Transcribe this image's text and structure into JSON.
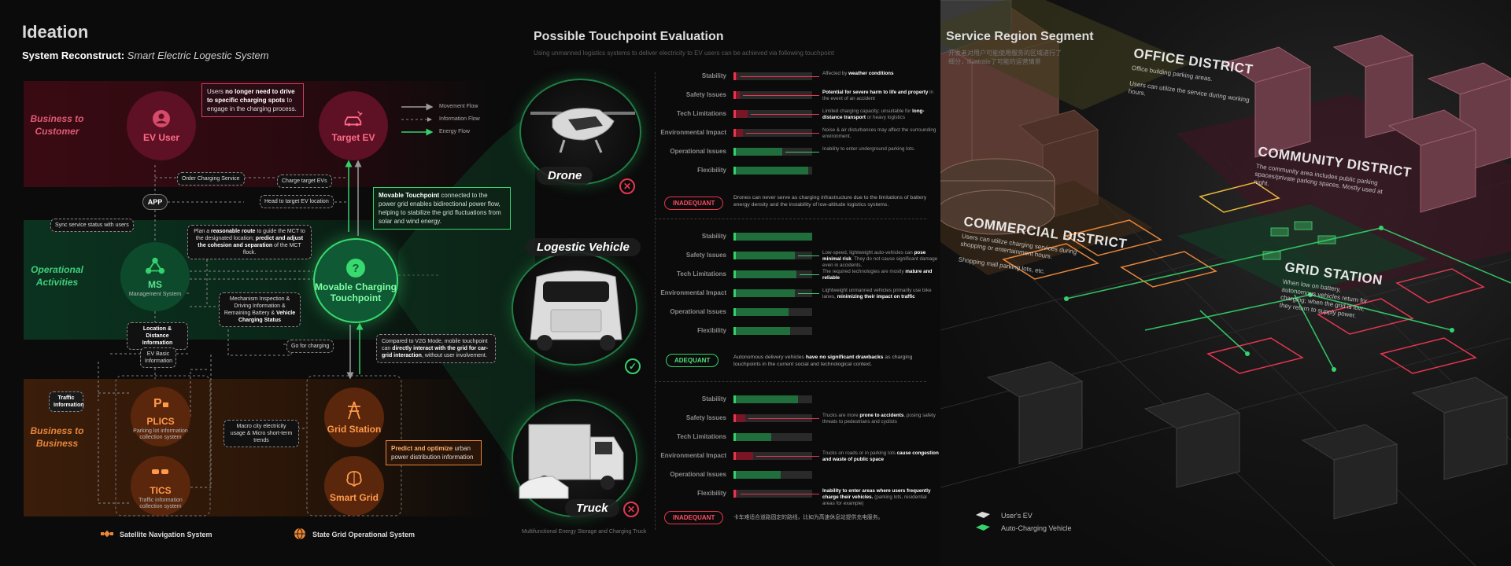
{
  "ideation": {
    "title": "Ideation",
    "subtitle_bold": "System Reconstruct:",
    "subtitle_italic": "Smart Electric Logestic System"
  },
  "bands": {
    "b2c": "Business to Customer",
    "ops": "Operational Activities",
    "b2b": "Business to Business"
  },
  "nodes": {
    "ev_user": "EV User",
    "target_ev": "Target EV",
    "app": "APP",
    "ms": "MS",
    "ms_sub": "Management System",
    "mct": "Movable Charging Touchpoint",
    "plics": "PLICS",
    "plics_sub": "Parking lot information collection system",
    "tics": "TICS",
    "tics_sub": "Traffic information collection system",
    "grid_station": "Grid Station",
    "smart_grid": "Smart Grid"
  },
  "flow_legend": {
    "movement": "Movement Flow",
    "information": "Information Flow",
    "energy": "Energy Flow"
  },
  "notes": {
    "users_pre": "Users ",
    "users_bold": "no longer need to drive to specific charging spots",
    "users_post": " to engage in the charging process.",
    "movable_bold": "Movable Touchpoint",
    "movable_post": " connected to the power grid enables bidirectional power flow, helping to stabilize the grid fluctuations from solar and wind energy.",
    "predict_bold": "Predict and optimize",
    "predict_post": " urban power distribution information",
    "v2g_pre": "Compared to V2G Mode, mobile touchpoint can ",
    "v2g_bold": "directly interact with the grid for car-grid interaction",
    "v2g_post": ", without user involvement.",
    "order": "Order Charging Service",
    "charge_target": "Charge target EVs",
    "head_target": "Head to target EV location",
    "sync": "Sync service status with users",
    "route_pre": "Plan a ",
    "route_b1": "reasonable route",
    "route_mid": " to guide the MCT to the designated location; ",
    "route_b2": "predict and adjust the cohesion and separation",
    "route_post": " of the MCT flock.",
    "mechanism": "Mechanism Inspection & Driving Information & Remaining Battery &",
    "mechanism_bold": "Vehicle Charging Status",
    "location": "Location & Distance Information",
    "ev_basic": "EV Basic Information",
    "traffic": "Traffic Information",
    "macro": "Macro city electricity usage & Micro short-term trends",
    "go_charging": "Go for charging"
  },
  "bottom_legend": {
    "satellite": "Satellite Navigation System",
    "state_grid": "State Grid Operational System"
  },
  "evaluation": {
    "title": "Possible Touchpoint Evaluation",
    "description": "Using unmanned logistics systems to deliver electricity to EV users can be achieved via following touchpoint",
    "metric_labels": [
      "Stability",
      "Safety Issues",
      "Tech Limitations",
      "Environmental Impact",
      "Operational Issues",
      "Flexibility"
    ],
    "vehicles": [
      {
        "name": "Drone",
        "verdict": "INADEQUANT",
        "ok": false,
        "scores": [
          0.05,
          0.08,
          0.18,
          0.12,
          0.62,
          0.95
        ],
        "verdict_desc": "Drones can never serve as charging infrastructure due to the limitations of battery energy density and the instability of low-altitude logistics systems.",
        "notes": [
          {
            "pre": "Affected by ",
            "bold": "weather conditions",
            "post": ""
          },
          {
            "pre": "",
            "bold": "Potential for severe harm to life and property",
            "post": " in the event of an accident"
          },
          {
            "pre": "Limited charging capacity; unsuitable for ",
            "bold": "long-distance transport",
            "post": " or heavy logistics"
          },
          {
            "pre": "Noise & air disturbances may affect the surrounding environment.",
            "bold": "",
            "post": ""
          },
          {
            "pre": "Inability to enter underground parking lots.",
            "bold": "",
            "post": ""
          }
        ]
      },
      {
        "name": "Logestic Vehicle",
        "verdict": "ADEQUANT",
        "ok": true,
        "scores": [
          1.0,
          0.78,
          0.8,
          0.78,
          0.7,
          0.72
        ],
        "verdict_desc_pre": "Autonomous delivery vehicles ",
        "verdict_desc_bold": "have no significant drawbacks",
        "verdict_desc_post": " as charging touchpoints in the current social and technological context.",
        "notes": [
          {
            "pre": "Low-speed, lightweight auto-vehicles can ",
            "bold": "pose minimal risk",
            "post": ". They do not cause significant damage even in accidents."
          },
          {
            "pre": "The required technologies are mostly ",
            "bold": "mature and reliable",
            "post": ""
          },
          {
            "pre": "Lightweight unmanned vehicles primarily use bike lanes, ",
            "bold": "minimizing their impact on traffic",
            "post": ""
          }
        ]
      },
      {
        "name": "Truck",
        "verdict": "INADEQUANT",
        "ok": false,
        "scores": [
          0.82,
          0.15,
          0.48,
          0.25,
          0.6,
          0.05
        ],
        "verdict_desc": "卡车难适合道路固定的路线，比如为高速休息站提供充电服务。",
        "caption": "Multifunctional Energy Storage and Charging Truck",
        "notes": [
          {
            "pre": "Trucks are more ",
            "bold": "prone to accidents",
            "post": ", posing safety threats to pedestrians and cyclists"
          },
          {
            "pre": "Trucks on roads or in parking lots ",
            "bold": "cause congestion and waste of public space",
            "post": ""
          },
          {
            "pre": "",
            "bold": "Inability to enter areas where users frequently charge their vehicles.",
            "post": " (parking lots, residential areas for example)"
          }
        ]
      }
    ]
  },
  "map": {
    "title": "Service Region Segment",
    "description": "开发者对用户可能使用服务的区域进行了细分，illustrate了可能的运营情景",
    "districts": [
      {
        "name": "OFFICE DISTRICT",
        "desc": "Office building parking areas.\n\nUsers can utilize the service during working hours."
      },
      {
        "name": "COMMUNITY DISTRICT",
        "desc": "The community area includes public parking spaces/private parking spaces. Mostly used at night."
      },
      {
        "name": "COMMERCIAL DISTRICT",
        "desc": "Users can utilize charging services during shopping or entertainment hours.\n\nShopping mall parking lots, etc."
      },
      {
        "name": "GRID STATION",
        "desc": "When low on battery, autonomous vehicles return for charging; when the grid is low, they return to supply power."
      }
    ],
    "legend": {
      "users_ev": "User's EV",
      "auto_vehicle": "Auto-Charging Vehicle"
    }
  },
  "colors": {
    "red": "#e63650",
    "green": "#35d16b",
    "orange": "#e8863a",
    "bg": "#0b0b0b"
  }
}
